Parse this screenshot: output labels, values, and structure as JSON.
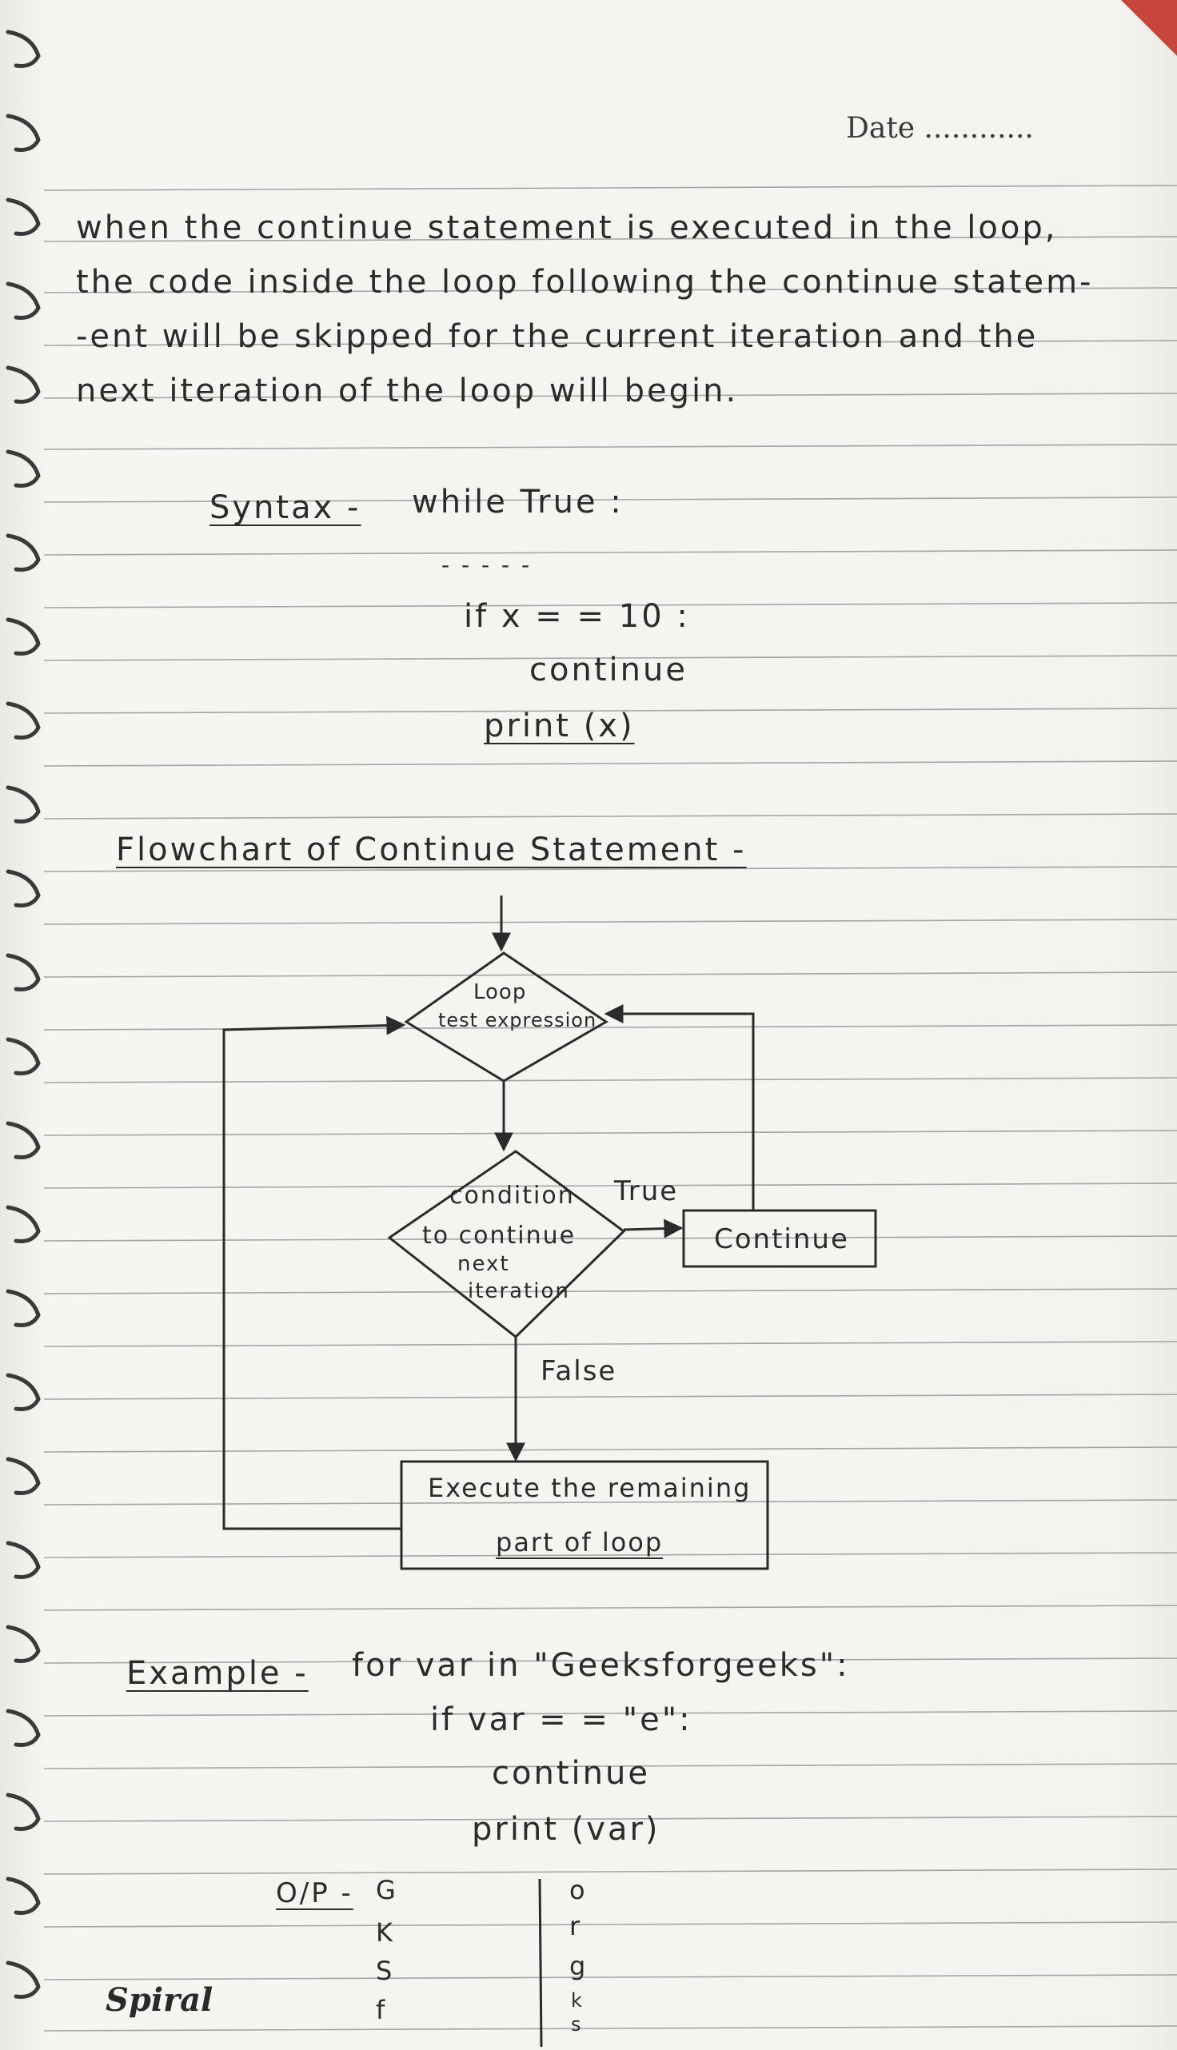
{
  "header": {
    "date_label": "Date ............"
  },
  "paragraph": [
    "when the continue statement is executed in the loop,",
    "the code inside the loop following the continue statem-",
    "-ent will be skipped for the current iteration and the",
    "next iteration of the loop will begin."
  ],
  "syntax": {
    "label": "Syntax -",
    "lines": [
      "while True :",
      "- - - - -",
      "if x = = 10 :",
      "continue",
      "print (x)"
    ]
  },
  "flowchart": {
    "title": "Flowchart of Continue Statement -",
    "loop_box": [
      "Loop",
      "test expression"
    ],
    "condition_box": [
      "condition",
      "to continue",
      "next",
      "iteration"
    ],
    "true_label": "True",
    "false_label": "False",
    "continue_box": "Continue",
    "execute_box": [
      "Execute the remaining",
      "part of loop"
    ]
  },
  "example": {
    "label": "Example -",
    "lines": [
      "for var in \"Geeksforgeeks\":",
      "if var = = \"e\":",
      "continue",
      "print (var)"
    ]
  },
  "output": {
    "label": "O/P -",
    "col1": [
      "G",
      "K",
      "S",
      "f"
    ],
    "col2": [
      "o",
      "r",
      "g",
      "k",
      "s"
    ]
  },
  "footer": {
    "brand": "Spiral"
  }
}
